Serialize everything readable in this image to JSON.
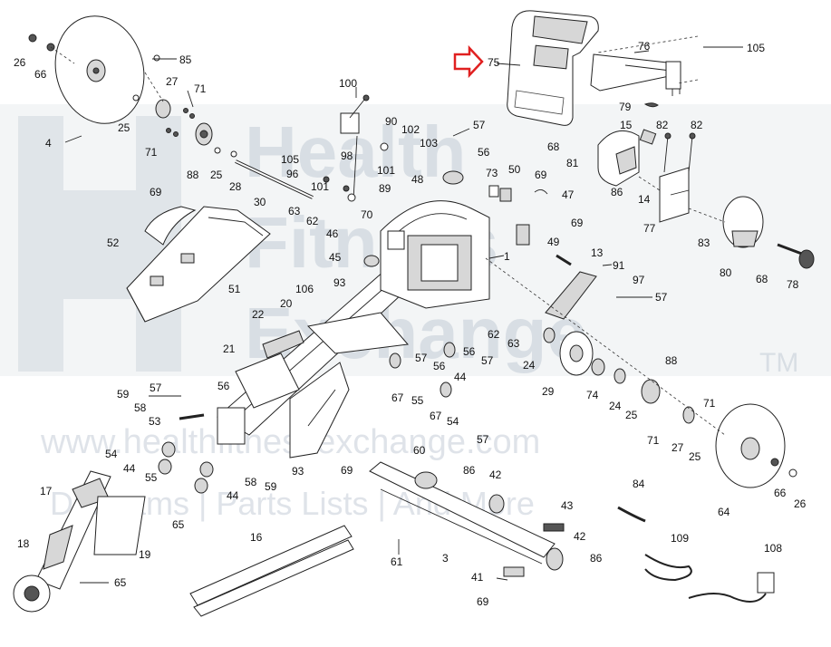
{
  "watermark": {
    "brand_line1": "Health",
    "brand_line2": "Fitness",
    "brand_line3": "Exchange",
    "trademark": "TM",
    "url": "www.healthfitnessexchange.com",
    "tagline": "Diagrams | Parts Lists | And More"
  },
  "indicator": {
    "color": "#e02020",
    "target_label": "75"
  },
  "labels": {
    "l26a": "26",
    "l66a": "66",
    "l85": "85",
    "l4": "4",
    "l25a": "25",
    "l27a": "27",
    "l71a": "71",
    "l71b": "71",
    "l88a": "88",
    "l25b": "25",
    "l28": "28",
    "l30": "30",
    "l100": "100",
    "l90": "90",
    "l102": "102",
    "l103": "103",
    "l105a": "105",
    "l98": "98",
    "l96": "96",
    "l101a": "101",
    "l101b": "101",
    "l89": "89",
    "l57a": "57",
    "l56a": "56",
    "l48": "48",
    "l75": "75",
    "l76": "76",
    "l105b": "105",
    "l79": "79",
    "l15": "15",
    "l82a": "82",
    "l82b": "82",
    "l68a": "68",
    "l81": "81",
    "l86a": "86",
    "l14": "14",
    "l77": "77",
    "l83": "83",
    "l80": "80",
    "l68b": "68",
    "l78": "78",
    "l69a": "69",
    "l52": "52",
    "l51": "51",
    "l63a": "63",
    "l62a": "62",
    "l46": "46",
    "l70": "70",
    "l73": "73",
    "l50": "50",
    "l69b": "69",
    "l47": "47",
    "l69c": "69",
    "l49": "49",
    "l45": "45",
    "l93a": "93",
    "l1": "1",
    "l13": "13",
    "l91": "91",
    "l97": "97",
    "l57b": "57",
    "l106": "106",
    "l20": "20",
    "l22": "22",
    "l21": "21",
    "l62b": "62",
    "l63b": "63",
    "l57c": "57",
    "l56b": "56",
    "l56c": "56",
    "l44a": "44",
    "l57d": "57",
    "l24a": "24",
    "l29": "29",
    "l74": "74",
    "l24b": "24",
    "l25c": "25",
    "l88b": "88",
    "l71c": "71",
    "l71d": "71",
    "l27b": "27",
    "l25d": "25",
    "l67a": "67",
    "l55a": "55",
    "l67b": "67",
    "l54a": "54",
    "l57e": "57",
    "l60": "60",
    "l69d": "69",
    "l93b": "93",
    "l57f": "57",
    "l56d": "56",
    "l59a": "59",
    "l58a": "58",
    "l53": "53",
    "l54b": "54",
    "l44b": "44",
    "l55b": "55",
    "l44c": "44",
    "l58b": "58",
    "l59b": "59",
    "l17": "17",
    "l65a": "65",
    "l18": "18",
    "l19": "19",
    "l65b": "65",
    "l16": "16",
    "l61": "61",
    "l3": "3",
    "l86b": "86",
    "l42a": "42",
    "l43": "43",
    "l42b": "42",
    "l86c": "86",
    "l41": "41",
    "l69e": "69",
    "l84": "84",
    "l109": "109",
    "l108": "108",
    "l64": "64",
    "l66b": "66",
    "l26b": "26"
  }
}
